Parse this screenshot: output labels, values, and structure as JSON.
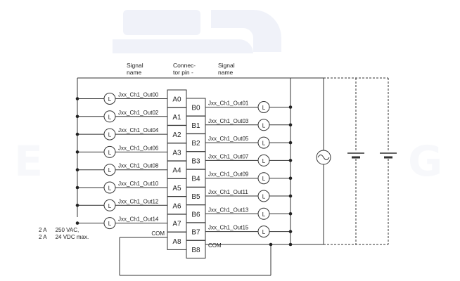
{
  "headers": {
    "signal_name_left": [
      "Signal",
      "name"
    ],
    "connector_pin": [
      "Connec-",
      "tor pin -"
    ],
    "signal_name_right": [
      "Signal",
      "name"
    ]
  },
  "load_symbol": "L",
  "left_rows": [
    {
      "signal": "Jxx_Ch1_Out00",
      "pin": "A0"
    },
    {
      "signal": "Jxx_Ch1_Out02",
      "pin": "A1"
    },
    {
      "signal": "Jxx_Ch1_Out04",
      "pin": "A2"
    },
    {
      "signal": "Jxx_Ch1_Out06",
      "pin": "A3"
    },
    {
      "signal": "Jxx_Ch1_Out08",
      "pin": "A4"
    },
    {
      "signal": "Jxx_Ch1_Out10",
      "pin": "A5"
    },
    {
      "signal": "Jxx_Ch1_Out12",
      "pin": "A6"
    },
    {
      "signal": "Jxx_Ch1_Out14",
      "pin": "A7"
    },
    {
      "signal": "COM",
      "pin": "A8"
    }
  ],
  "right_rows": [
    {
      "signal": "Jxx_Ch1_Out01",
      "pin": "B0"
    },
    {
      "signal": "Jxx_Ch1_Out03",
      "pin": "B1"
    },
    {
      "signal": "Jxx_Ch1_Out05",
      "pin": "B2"
    },
    {
      "signal": "Jxx_Ch1_Out07",
      "pin": "B3"
    },
    {
      "signal": "Jxx_Ch1_Out09",
      "pin": "B4"
    },
    {
      "signal": "Jxx_Ch1_Out11",
      "pin": "B5"
    },
    {
      "signal": "Jxx_Ch1_Out13",
      "pin": "B6"
    },
    {
      "signal": "Jxx_Ch1_Out15",
      "pin": "B7"
    },
    {
      "signal": "COM",
      "pin": "B8"
    }
  ],
  "ratings": [
    {
      "current": "2 A",
      "voltage": "250 VAC,"
    },
    {
      "current": "2 A",
      "voltage": "24 VDC max."
    }
  ]
}
